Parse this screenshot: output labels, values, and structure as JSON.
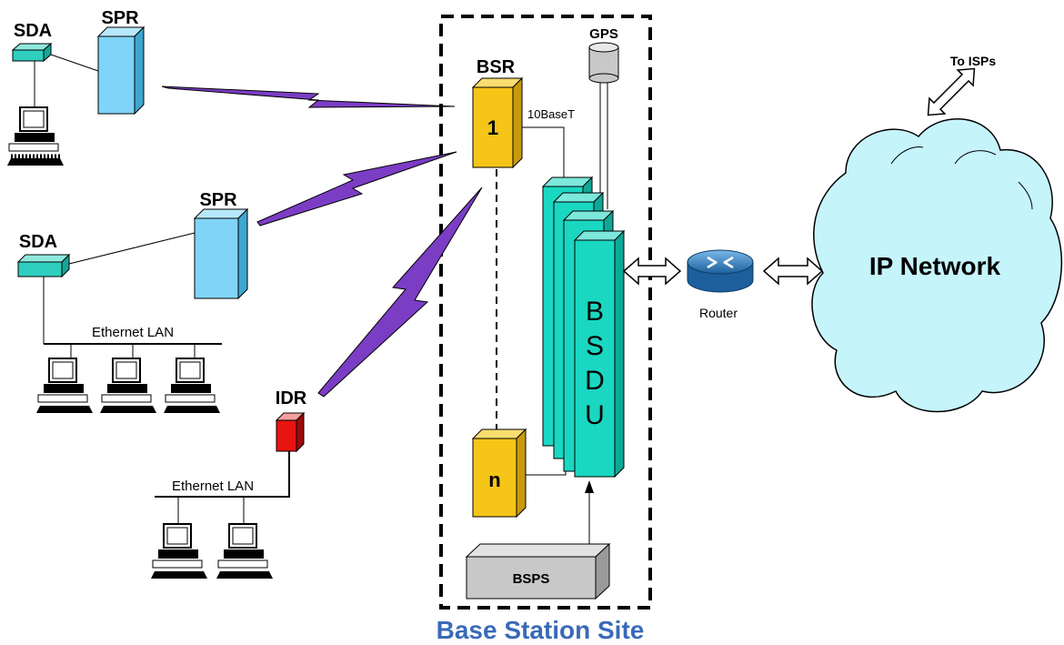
{
  "site": {
    "label": "Base Station Site"
  },
  "labels": {
    "gps": "GPS",
    "bsr": "BSR",
    "bsr_first": "1",
    "bsr_last": "n",
    "tenbase": "10BaseT",
    "bsdu": [
      "B",
      "S",
      "D",
      "U"
    ],
    "bsps": "BSPS",
    "router": "Router",
    "ip_network": "IP Network",
    "to_isps": "To ISPs",
    "spr_top": "SPR",
    "sda_top": "SDA",
    "spr_mid": "SPR",
    "sda_mid": "SDA",
    "ethernet_lan_1": "Ethernet LAN",
    "idr": "IDR",
    "ethernet_lan_2": "Ethernet LAN"
  },
  "colors": {
    "bsr": "#f5c518",
    "bsdu": "#1ad7c2",
    "spr": "#7fd4f7",
    "sda": "#2fcfbf",
    "idr": "#e8140f",
    "bsps": "#c8c8c8",
    "cloud": "#c6f4fb",
    "wireless": "#7b3dc4",
    "site_title": "#3a6ab8"
  }
}
